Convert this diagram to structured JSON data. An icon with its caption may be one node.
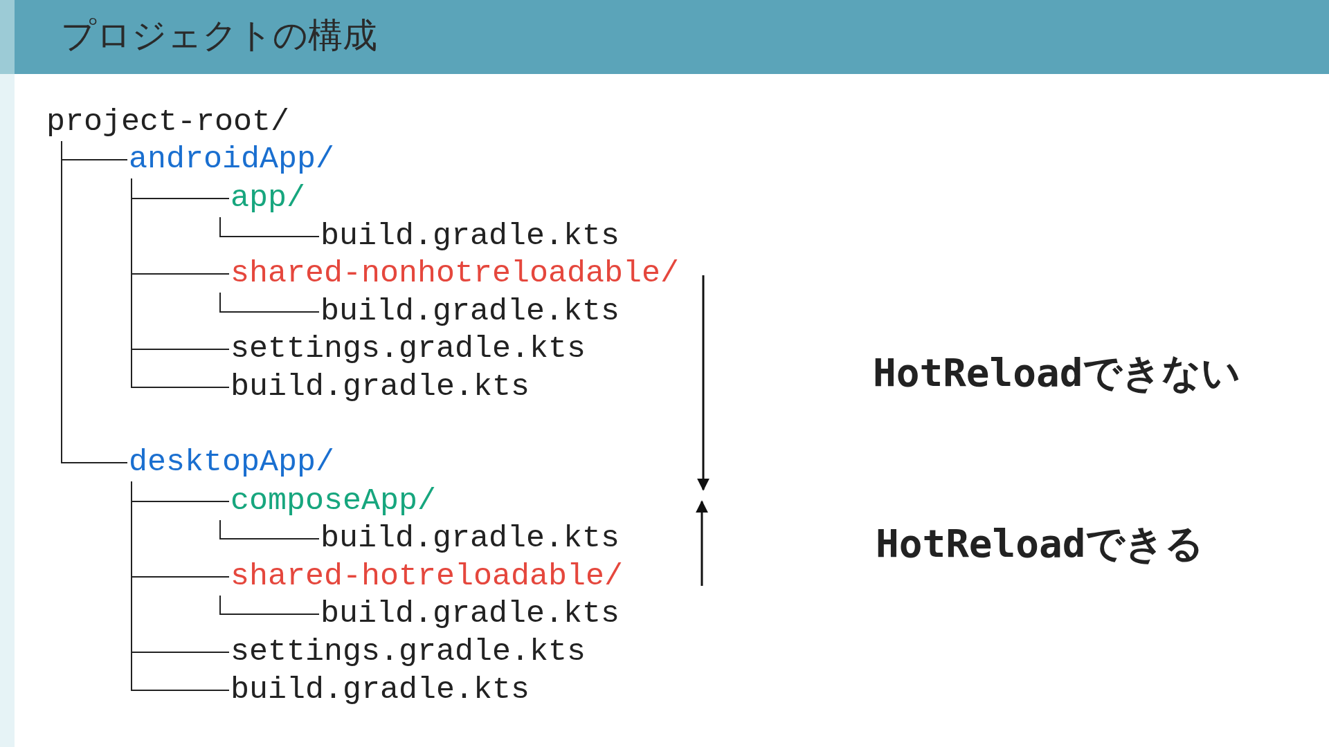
{
  "diagram": {
    "title": "プロジェクトの構成",
    "nodes": [
      {
        "text": [
          "project-root/"
        ]
      },
      {
        "text": [
          "androidApp/"
        ]
      },
      {
        "text": [
          "app/"
        ]
      },
      {
        "text": [
          "build.gradle.kts"
        ]
      },
      {
        "text": [
          "shared-nonhotreloadable/"
        ]
      },
      {
        "text": [
          "build.gradle.kts"
        ]
      },
      {
        "text": [
          "settings.gradle.kts"
        ]
      },
      {
        "text": [
          "build.gradle.kts"
        ]
      },
      {
        "text": [
          "desktopApp/"
        ]
      },
      {
        "text": [
          "composeApp/"
        ]
      },
      {
        "text": [
          "build.gradle.kts"
        ]
      },
      {
        "text": [
          "shared-hotreloadable/"
        ]
      },
      {
        "text": [
          "build.gradle.kts"
        ]
      },
      {
        "text": [
          "settings.gradle.kts"
        ]
      },
      {
        "text": [
          "build.gradle.kts"
        ]
      }
    ],
    "edges": [
      {
        "from": 0,
        "to": 1,
        "arrow": "none"
      },
      {
        "from": 1,
        "to": 2,
        "arrow": "none"
      },
      {
        "from": 2,
        "to": 3,
        "arrow": "none"
      },
      {
        "from": 1,
        "to": 4,
        "arrow": "none"
      },
      {
        "from": 4,
        "to": 5,
        "arrow": "none"
      },
      {
        "from": 1,
        "to": 6,
        "arrow": "none"
      },
      {
        "from": 1,
        "to": 7,
        "arrow": "none"
      },
      {
        "from": 0,
        "to": 8,
        "arrow": "none"
      },
      {
        "from": 8,
        "to": 9,
        "arrow": "none"
      },
      {
        "from": 9,
        "to": 10,
        "arrow": "none"
      },
      {
        "from": 8,
        "to": 11,
        "arrow": "none"
      },
      {
        "from": 11,
        "to": 12,
        "arrow": "none"
      },
      {
        "from": 8,
        "to": 13,
        "arrow": "none"
      },
      {
        "from": 8,
        "to": 14,
        "arrow": "none"
      }
    ],
    "labels": [
      "HotReloadできない",
      "HotReloadできる"
    ]
  }
}
